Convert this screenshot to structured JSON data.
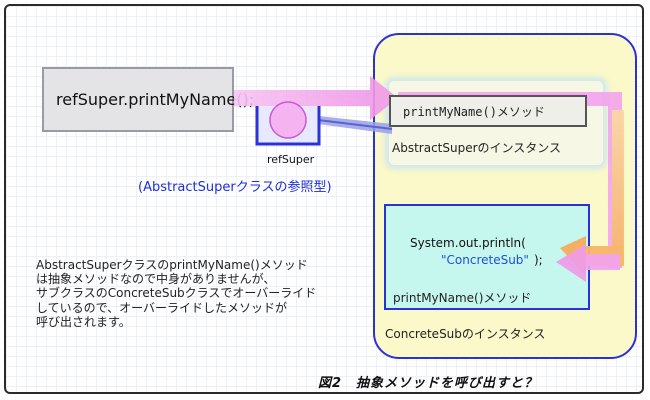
{
  "call_statement": "refSuper.printMyName();",
  "reference": {
    "name": "refSuper",
    "type_note": "(AbstractSuperクラスの参照型)"
  },
  "abstract_instance": {
    "method": "printMyName()メソッド",
    "label": "AbstractSuperのインスタンス"
  },
  "concrete_instance": {
    "code_line1": "System.out.println(",
    "code_string": "\"ConcreteSub\"",
    "code_end": ");",
    "method": "printMyName()メソッド",
    "label": "ConcreteSubのインスタンス"
  },
  "explanation": [
    "AbstractSuperクラスのprintMyName()メソッド",
    "は抽象メソッドなので中身がありませんが、",
    "サブクラスのConcreteSubクラスでオーバーライド",
    "しているので、オーバーライドしたメソッドが",
    "呼び出されます。"
  ],
  "caption": "図2　抽象メソッドを呼び出すと？",
  "colors": {
    "instance_border": "#2a32d6",
    "outer_fill": "#fbf8c9",
    "concrete_fill": "#c6f7ef",
    "pink_arrow": "#f4a6f0",
    "orange_arrow": "#f9c98a",
    "type_note_text": "#1d2fd8"
  }
}
